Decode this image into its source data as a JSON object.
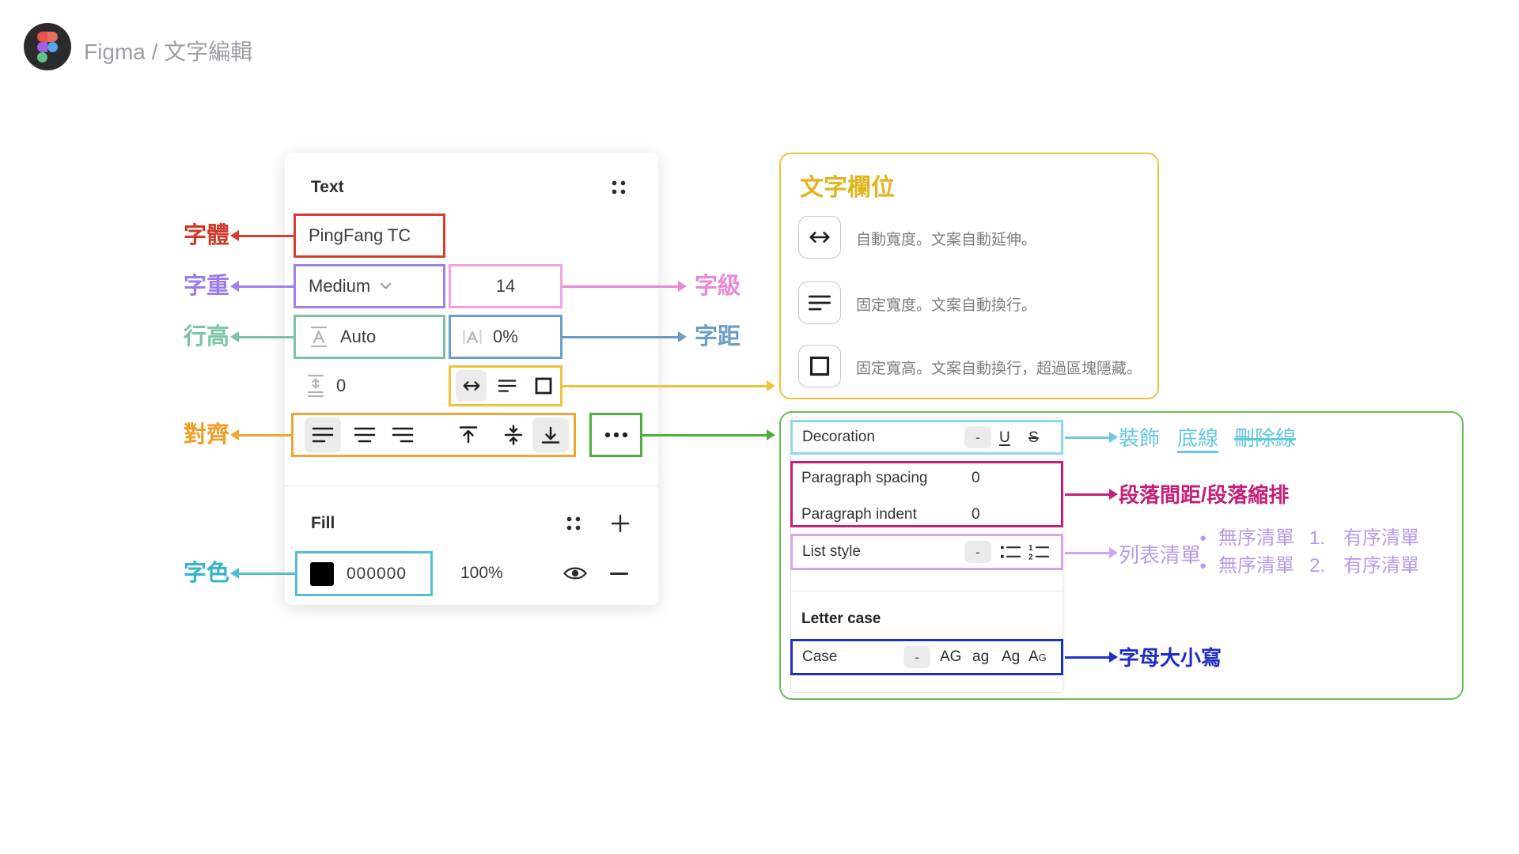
{
  "header": {
    "title": "Figma / 文字編輯"
  },
  "colors": {
    "font_accent": "#d4402e",
    "weight_accent": "#a081e8",
    "size_accent": "#e888d4",
    "size_border": "#f2a2de",
    "line_height_accent": "#7cc3a5",
    "letter_spacing_accent": "#6d9cc6",
    "resize_accent": "#edc33e",
    "align_accent": "#f0a431",
    "more_accent": "#4cae3c",
    "fill_accent": "#55bed6",
    "infobox_border": "#ecc33e",
    "infobox_title": "#e2b41f",
    "groupbox_border": "#68bf56",
    "decoration_accent": "#8fd9e6",
    "decoration_label": "#64c8de",
    "paragraph_accent": "#c32078",
    "list_accent": "#d4a6e8",
    "list_label": "#b89ae8",
    "case_accent": "#1d2fc0",
    "case_label": "#1f2cc4"
  },
  "text_panel": {
    "title": "Text",
    "font_value": "PingFang TC",
    "weight_value": "Medium",
    "size_value": "14",
    "line_height_value": "Auto",
    "letter_spacing_value": "0%",
    "paragraph_spacing_value": "0",
    "fill_title": "Fill",
    "fill_hex": "000000",
    "fill_opacity": "100%"
  },
  "side_labels": {
    "font": "字體",
    "weight": "字重",
    "line_height": "行高",
    "align": "對齊",
    "fill": "字色",
    "size": "字級",
    "letter_spacing": "字距"
  },
  "infobox": {
    "title": "文字欄位",
    "items": [
      {
        "icon": "auto-width-icon",
        "text": "自動寬度。文案自動延伸。"
      },
      {
        "icon": "fixed-width-icon",
        "text": "固定寬度。文案自動換行。"
      },
      {
        "icon": "fixed-size-icon",
        "text": "固定寬高。文案自動換行，超過區塊隱藏。"
      }
    ]
  },
  "type_settings": {
    "decoration": {
      "label": "Decoration",
      "option_none": "-",
      "option_underline": "U",
      "option_strikethrough": "S"
    },
    "paragraph_spacing_label": "Paragraph spacing",
    "paragraph_spacing_value": "0",
    "paragraph_indent_label": "Paragraph indent",
    "paragraph_indent_value": "0",
    "list": {
      "label": "List style",
      "option_none": "-"
    },
    "letter_case_heading": "Letter case",
    "case": {
      "label": "Case",
      "option_none": "-",
      "options": [
        "AG",
        "ag",
        "Ag",
        "Ag"
      ]
    }
  },
  "green_annotations": {
    "decoration_label": "裝飾",
    "underline_label": "底線",
    "strikethrough_label": "刪除線",
    "paragraph_label": "段落間距/段落縮排",
    "list_label": "列表清單",
    "list_examples": [
      {
        "bullet": "●",
        "unordered": "無序清單",
        "number": "1.",
        "ordered": "有序清單"
      },
      {
        "bullet": "●",
        "unordered": "無序清單",
        "number": "2.",
        "ordered": "有序清單"
      }
    ],
    "case_label": "字母大小寫"
  }
}
